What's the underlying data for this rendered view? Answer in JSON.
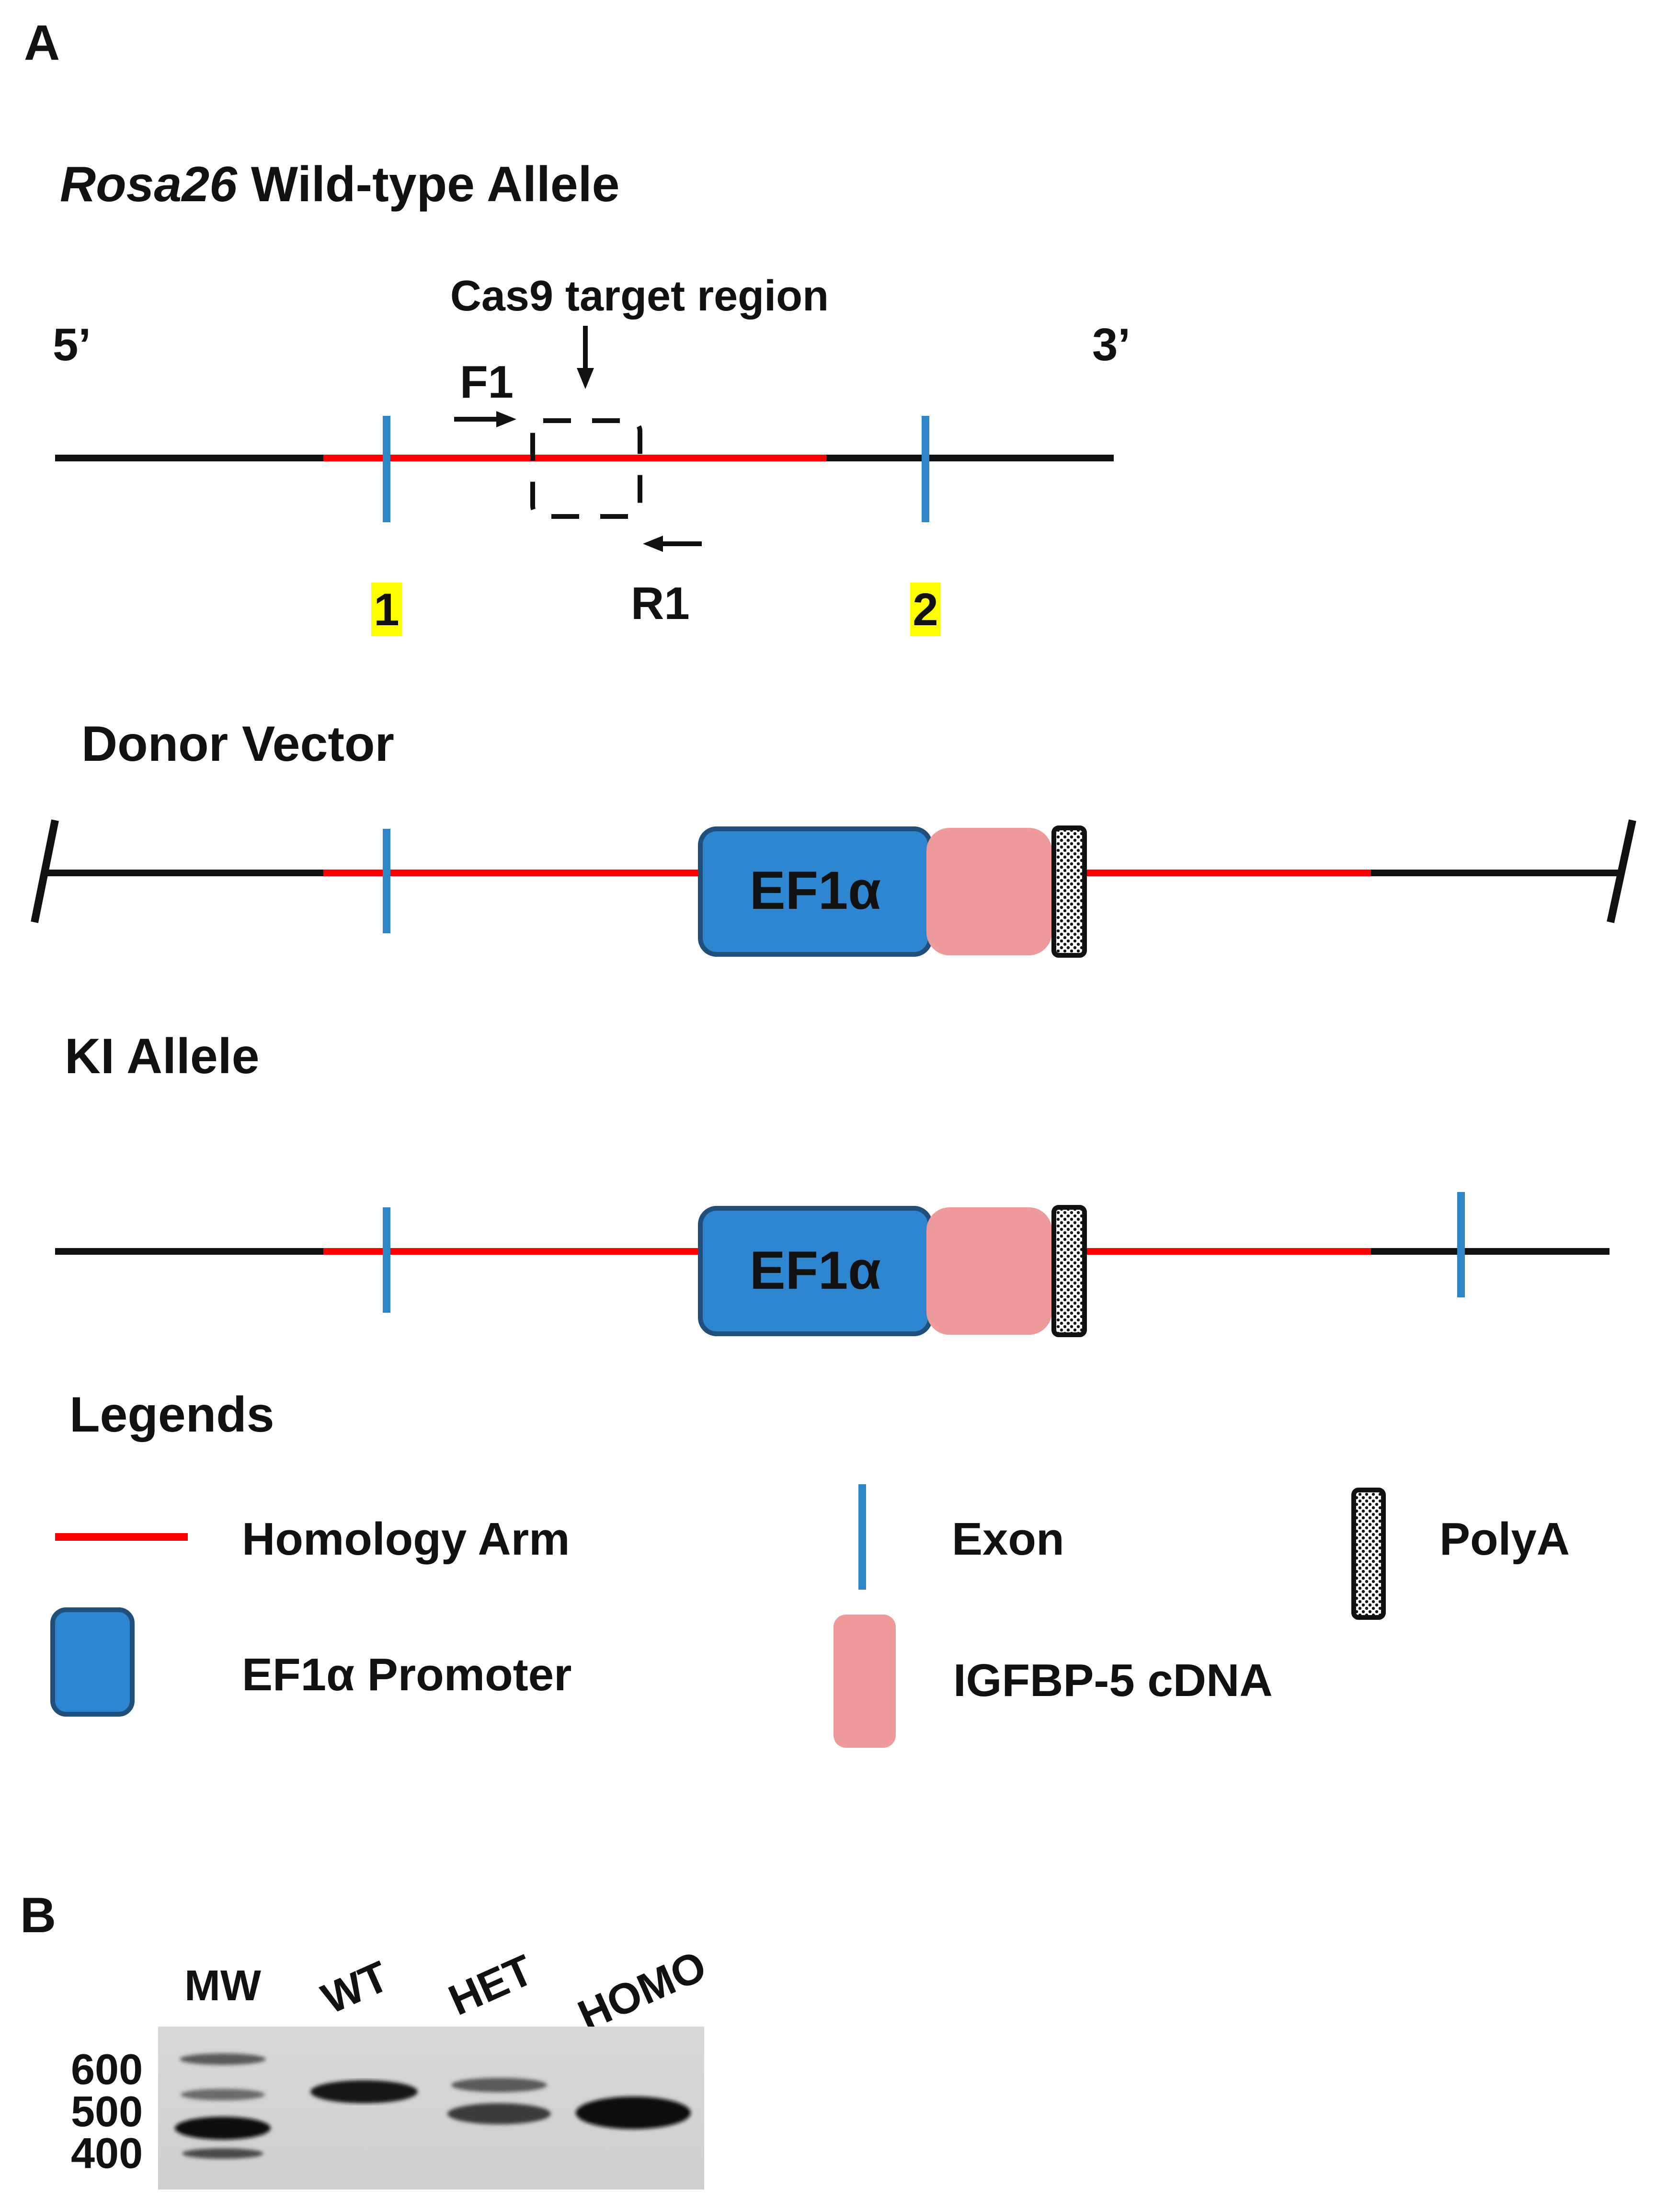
{
  "panel_a": {
    "letter": "A",
    "wildtype": {
      "title_italic": "Rosa26",
      "title_rest": " Wild-type Allele",
      "cas9_label": "Cas9 target region",
      "five_prime": "5’",
      "three_prime": "3’",
      "forward_primer": "F1",
      "reverse_primer": "R1",
      "exon_1": "1",
      "exon_2": "2"
    },
    "donor": {
      "title": "Donor Vector",
      "promoter_label": "EF1α"
    },
    "ki": {
      "title": "KI Allele",
      "promoter_label": "EF1α"
    },
    "legends": {
      "title": "Legends",
      "homology_arm": "Homology Arm",
      "exon": "Exon",
      "polya": "PolyA",
      "promoter": "EF1α Promoter",
      "cdna": "IGFBP-5 cDNA"
    }
  },
  "panel_b": {
    "letter": "B",
    "lanes": [
      "MW",
      "WT",
      "HET",
      "HOMO"
    ],
    "size_markers": [
      "600",
      "500",
      "400"
    ]
  },
  "colors": {
    "homology_arm": "#ff0000",
    "exon": "#2e86c8",
    "promoter_fill": "#2e86d0",
    "promoter_stroke": "#1f4f7a",
    "cdna": "#ef9a9a",
    "highlight": "#ffff00",
    "backbone": "#111111"
  }
}
